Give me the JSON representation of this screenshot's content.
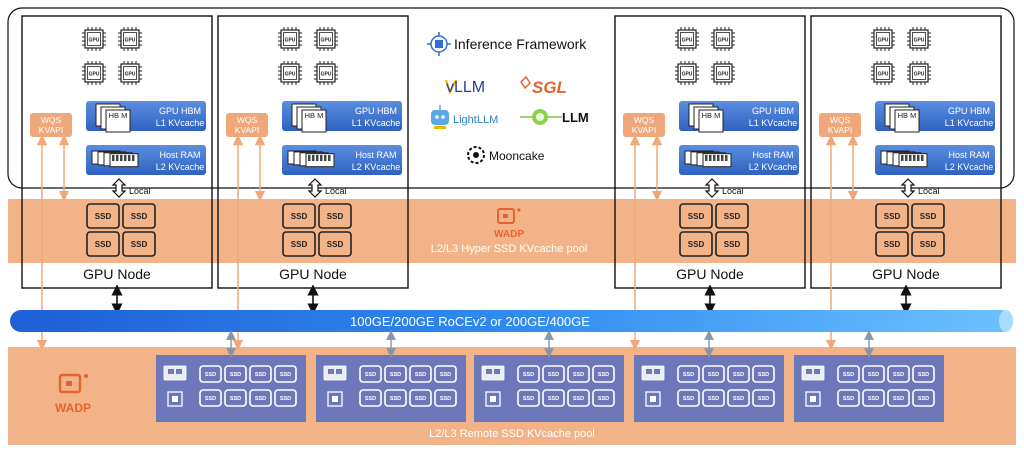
{
  "framework": {
    "title": "Inference Framework",
    "logos": {
      "vllm": "vLLM",
      "sgl": "SGL",
      "lightllm": "LightLLM",
      "llm": "LLM",
      "mooncake": "Mooncake"
    }
  },
  "gpu_nodes": [
    {
      "label": "GPU Node"
    },
    {
      "label": "GPU Node"
    },
    {
      "label": "GPU Node"
    },
    {
      "label": "GPU Node"
    }
  ],
  "node_text": {
    "gpu_chip": "GPU",
    "hbm_chip": "HB M",
    "hbm_label": "GPU HBM",
    "l1_label": "L1 KVcache",
    "ram_label": "Host RAM",
    "l2_label": "L2 KVcache",
    "local": "Local",
    "wqs": "WQS",
    "kvapi": "KVAPI",
    "ssd": "SSD"
  },
  "hyper_pool": {
    "brand": "WADP",
    "label": "L2/L3 Hyper SSD KVcache pool"
  },
  "network": {
    "label": "100GE/200GE RoCEv2  or  200GE/400GE"
  },
  "remote_pool": {
    "brand": "WADP",
    "label": "L2/L3 Remote SSD KVcache pool",
    "servers": 5,
    "ssd_per_server": 8
  },
  "colors": {
    "orange": "#f2b389",
    "orange_dark": "#e87a2e",
    "blue_box": "#3f6fc4",
    "purple_server": "#6d78ba",
    "network_light": "#7fb9ff",
    "network_dark": "#2a66d6",
    "outline": "#111111"
  }
}
